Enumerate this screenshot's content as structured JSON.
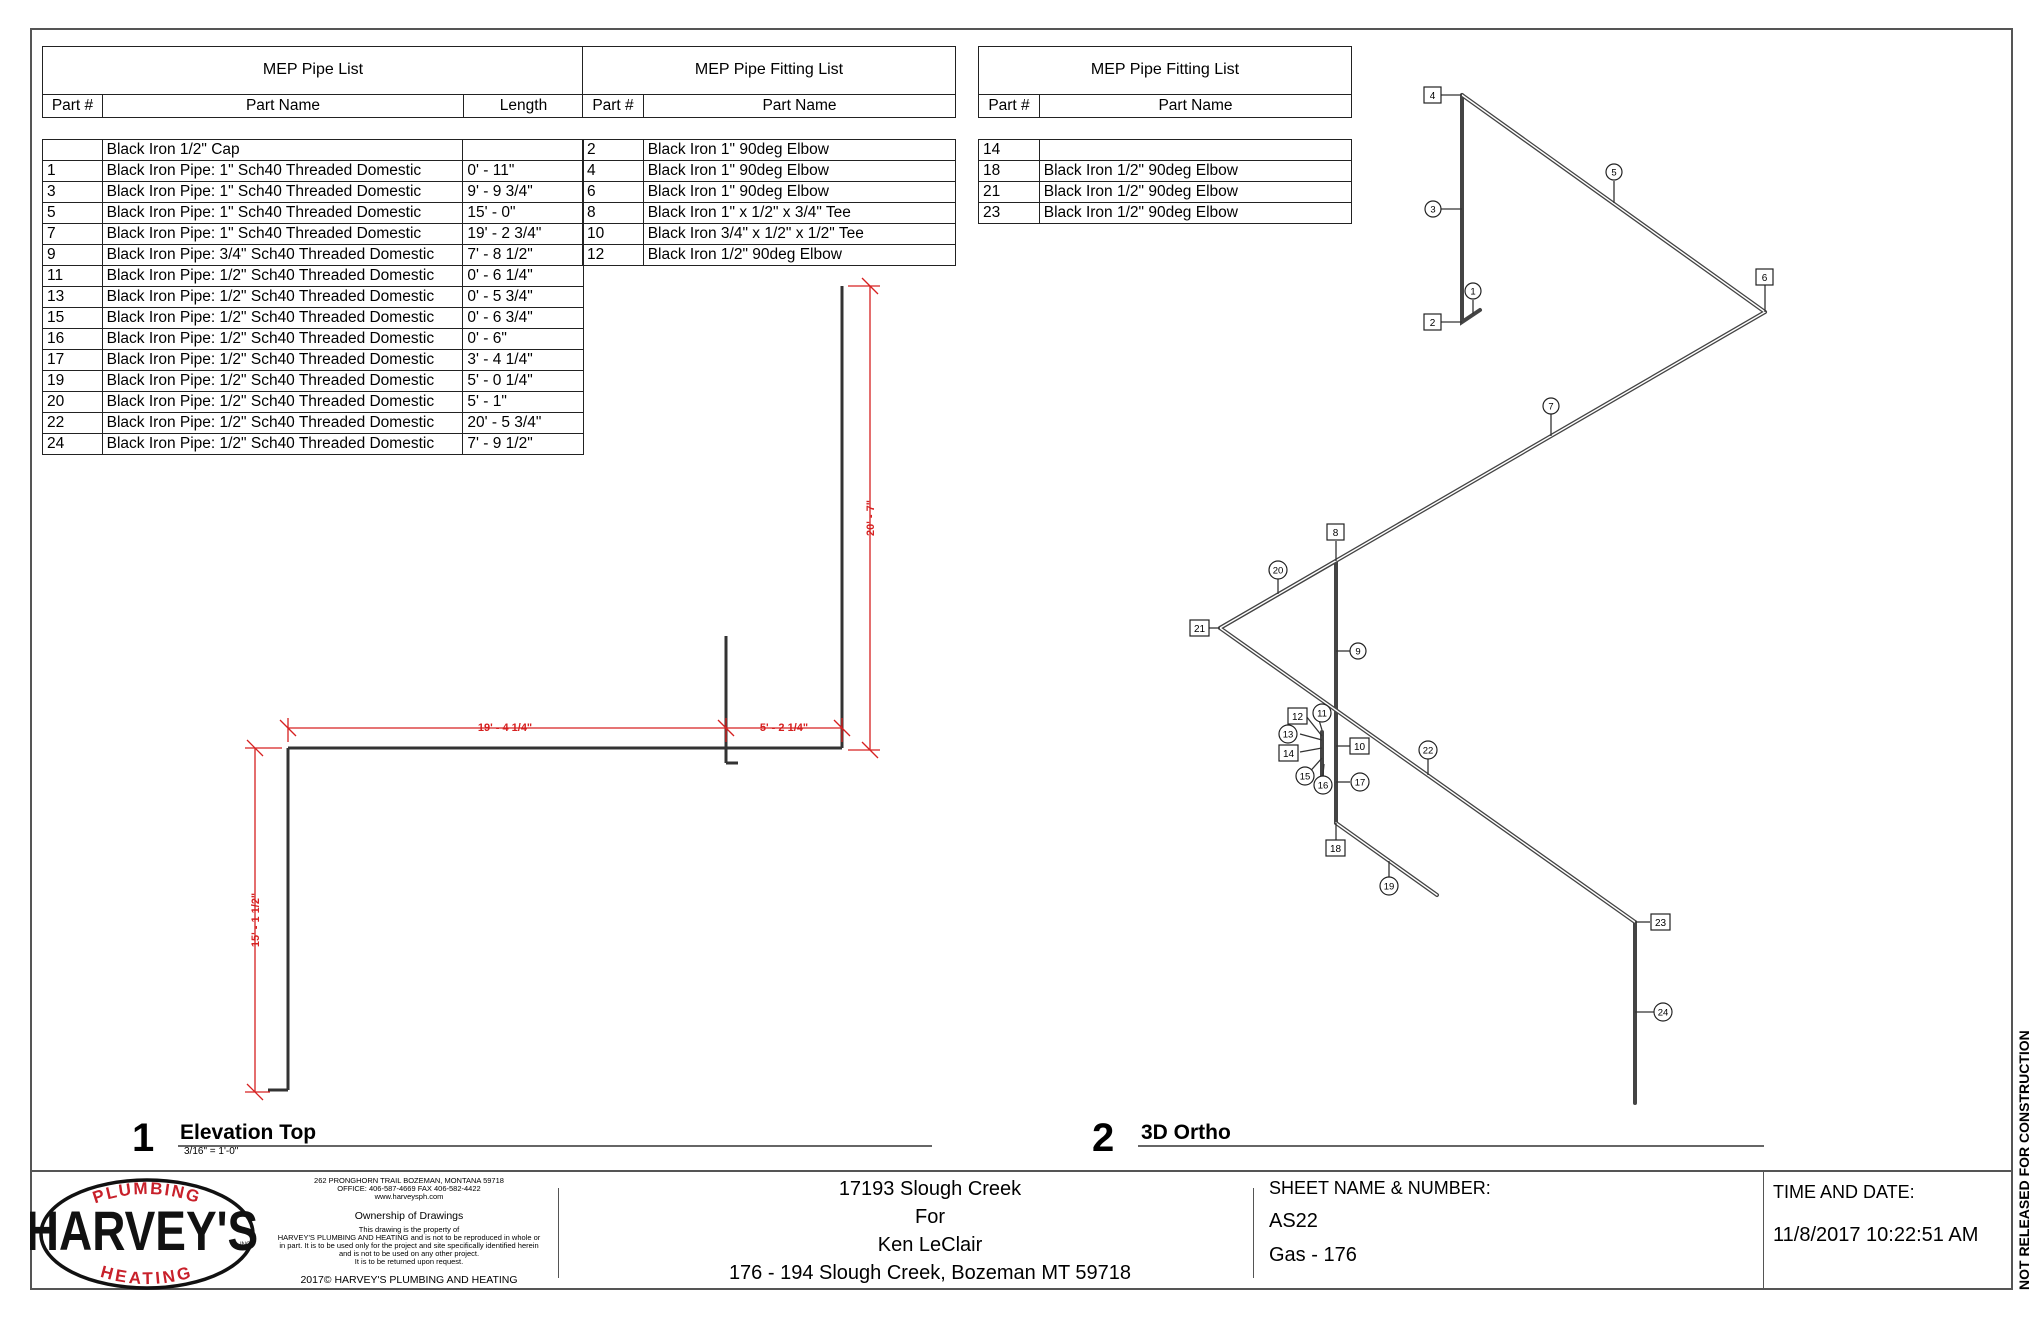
{
  "pipe_list": {
    "title": "MEP Pipe List",
    "columns": [
      "Part #",
      "Part Name",
      "Length"
    ],
    "rows": [
      [
        "",
        "Black Iron 1/2\" Cap",
        ""
      ],
      [
        "1",
        "Black Iron Pipe: 1\" Sch40 Threaded Domestic",
        "0' - 11\""
      ],
      [
        "3",
        "Black Iron Pipe: 1\" Sch40 Threaded Domestic",
        "9' - 9 3/4\""
      ],
      [
        "5",
        "Black Iron Pipe: 1\" Sch40 Threaded Domestic",
        "15' - 0\""
      ],
      [
        "7",
        "Black Iron Pipe: 1\" Sch40 Threaded Domestic",
        "19' - 2 3/4\""
      ],
      [
        "9",
        "Black Iron Pipe:  3/4\" Sch40 Threaded Domestic",
        "7' - 8 1/2\""
      ],
      [
        "11",
        "Black Iron Pipe:  1/2\" Sch40 Threaded Domestic",
        "0' - 6 1/4\""
      ],
      [
        "13",
        "Black Iron Pipe:  1/2\" Sch40 Threaded Domestic",
        "0' - 5 3/4\""
      ],
      [
        "15",
        "Black Iron Pipe:  1/2\" Sch40 Threaded Domestic",
        "0' - 6 3/4\""
      ],
      [
        "16",
        "Black Iron Pipe:  1/2\" Sch40 Threaded Domestic",
        "0' - 6\""
      ],
      [
        "17",
        "Black Iron Pipe:  1/2\" Sch40 Threaded Domestic",
        "3' - 4 1/4\""
      ],
      [
        "19",
        "Black Iron Pipe:  1/2\" Sch40 Threaded Domestic",
        "5' - 0 1/4\""
      ],
      [
        "20",
        "Black Iron Pipe:  1/2\" Sch40 Threaded Domestic",
        "5' - 1\""
      ],
      [
        "22",
        "Black Iron Pipe:  1/2\" Sch40 Threaded Domestic",
        "20' - 5 3/4\""
      ],
      [
        "24",
        "Black Iron Pipe:  1/2\" Sch40 Threaded Domestic",
        "7' - 9 1/2\""
      ]
    ]
  },
  "fitting_list_1": {
    "title": "MEP Pipe Fitting List",
    "columns": [
      "Part #",
      "Part Name"
    ],
    "rows": [
      [
        "2",
        "Black Iron 1\" 90deg Elbow"
      ],
      [
        "4",
        "Black Iron 1\" 90deg Elbow"
      ],
      [
        "6",
        "Black Iron 1\" 90deg Elbow"
      ],
      [
        "8",
        "Black Iron 1\" x 1/2\" x  3/4\" Tee"
      ],
      [
        "10",
        "Black Iron 3/4\" x 1/2\" x  1/2\" Tee"
      ],
      [
        "12",
        "Black Iron 1/2\" 90deg Elbow"
      ]
    ]
  },
  "fitting_list_2": {
    "title": "MEP Pipe Fitting List",
    "columns": [
      "Part #",
      "Part Name"
    ],
    "rows": [
      [
        "14",
        ""
      ],
      [
        "18",
        "Black Iron 1/2\" 90deg Elbow"
      ],
      [
        "21",
        "Black Iron 1/2\" 90deg Elbow"
      ],
      [
        "23",
        "Black Iron 1/2\" 90deg Elbow"
      ]
    ]
  },
  "elevation": {
    "dims": [
      "20' - 7\"",
      "19' - 4 1/4\"",
      "5' - 2 1/4\"",
      "15' - 1 1/2\""
    ]
  },
  "ortho": {
    "square_tags": [
      "4",
      "2",
      "6",
      "8",
      "21",
      "12",
      "14",
      "10",
      "18",
      "23"
    ],
    "circle_tags": [
      "3",
      "1",
      "5",
      "7",
      "20",
      "9",
      "11",
      "13",
      "15",
      "16",
      "17",
      "22",
      "19",
      "24"
    ]
  },
  "views": {
    "v1_number": "1",
    "v1_title": "Elevation Top",
    "v1_scale": "3/16\" = 1'-0\"",
    "v2_number": "2",
    "v2_title": "3D Ortho"
  },
  "title_block": {
    "logo_top": "PLUMBING",
    "logo_main": "HARVEY'S",
    "logo_inc": "INC.",
    "logo_bottom": "HEATING",
    "address": "262 PRONGHORN TRAIL BOZEMAN, MONTANA 59718",
    "office": "OFFICE: 406-587-4669 FAX 406-582-4422",
    "web": "www.harveysph.com",
    "ownership_title": "Ownership of Drawings",
    "ownership_1": "This drawing is the property of",
    "ownership_2": "HARVEY'S PLUMBING AND HEATING and is not to be reproduced in whole or",
    "ownership_3": "in part. It is to be used only for the project and site specifically identified herein",
    "ownership_4": "and is not to be used on any other project.",
    "ownership_5": "It is to be returned upon request.",
    "copyright": "2017© HARVEY'S PLUMBING AND HEATING",
    "project_line1": "17193 Slough Creek",
    "project_line2": "For",
    "project_line3": "Ken LeClair",
    "project_line4": "176 - 194 Slough Creek, Bozeman MT 59718",
    "sheet_label": "SHEET NAME & NUMBER:",
    "sheet_number": "AS22",
    "sheet_name": "Gas - 176",
    "time_label": "TIME AND DATE:",
    "time_value": "11/8/2017 10:22:51 AM",
    "stamp": "NOT RELEASED FOR CONSTRUCTION"
  },
  "colors": {
    "dimension": "#d62020",
    "pipe": "#333333",
    "border": "#555555"
  }
}
